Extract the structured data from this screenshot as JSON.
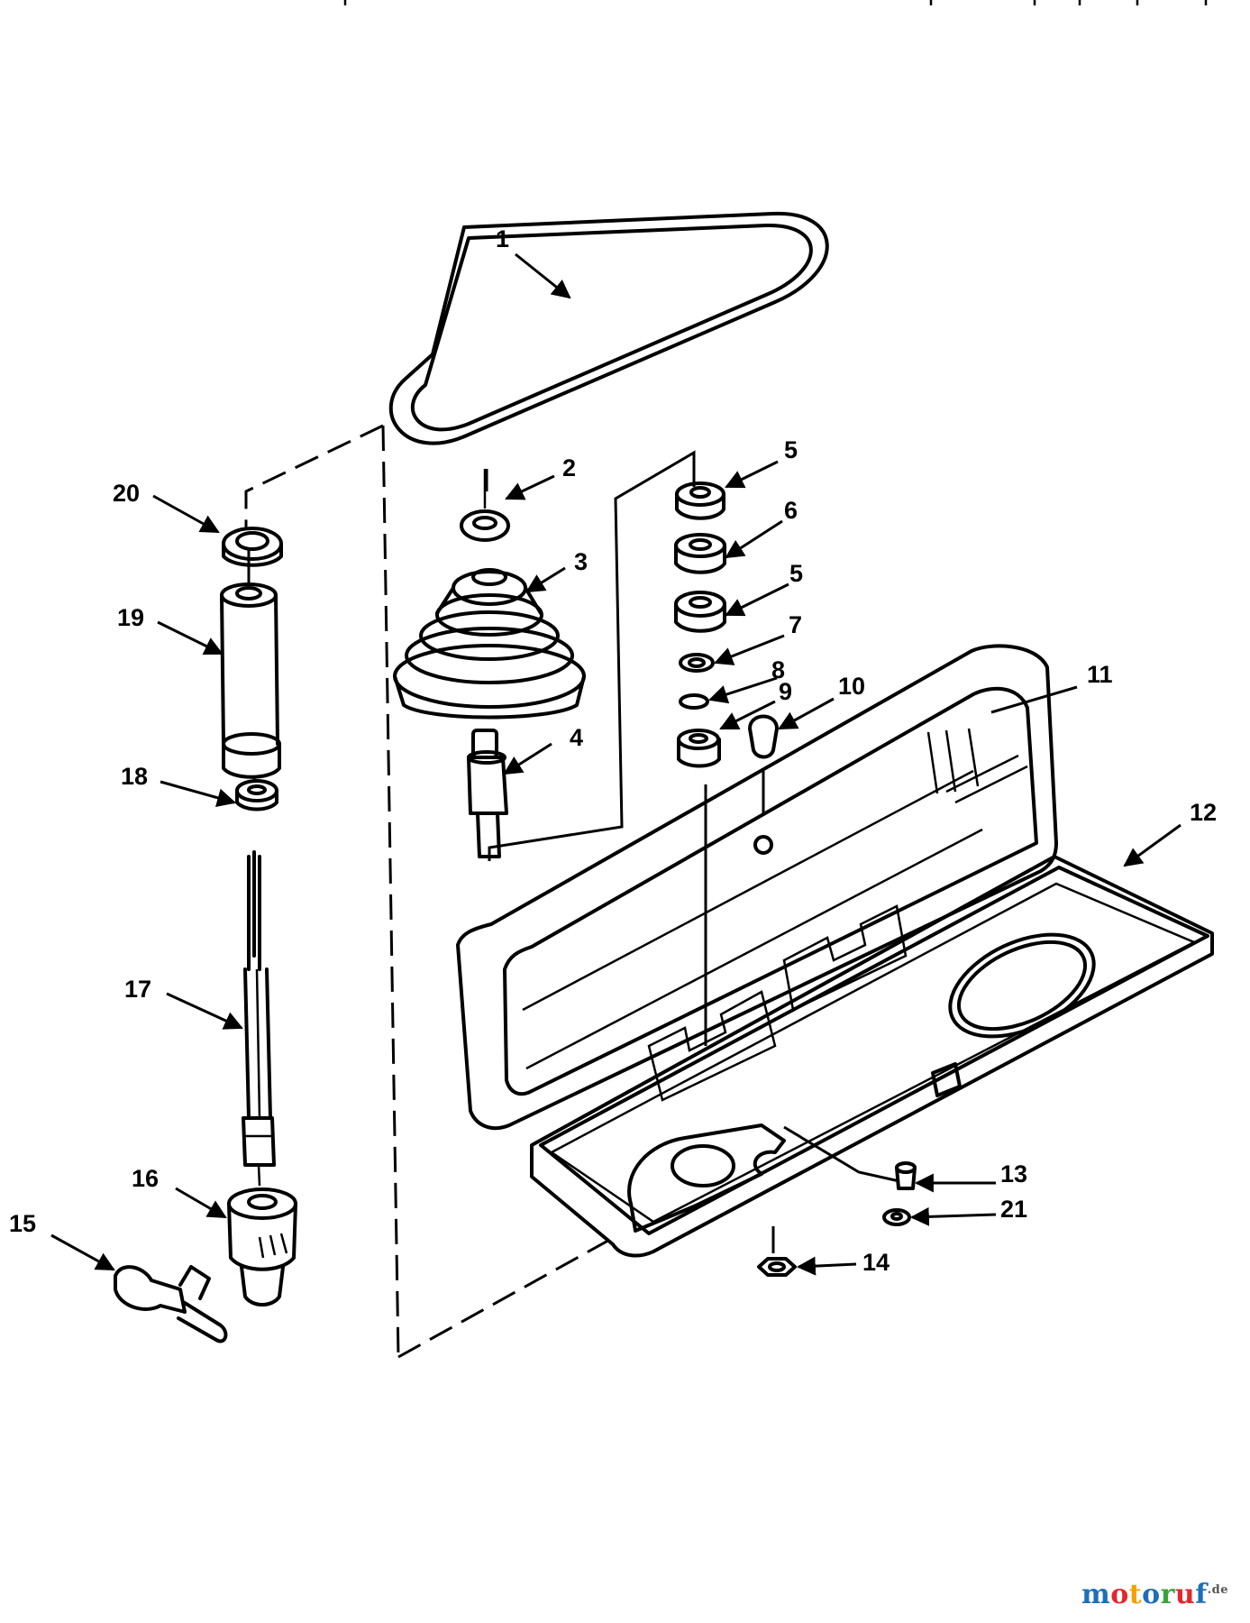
{
  "callouts": [
    "1",
    "2",
    "3",
    "4",
    "5",
    "6",
    "5",
    "7",
    "8",
    "9",
    "10",
    "11",
    "12",
    "13",
    "21",
    "14",
    "15",
    "16",
    "17",
    "18",
    "19",
    "20"
  ],
  "watermark": {
    "text": "motoruf",
    "tld": ".de",
    "letter_colors": [
      "#1d6fb8",
      "#e3262d",
      "#f2a200",
      "#1d6fb8",
      "#3aa23a",
      "#e3262d",
      "#1d6fb8"
    ]
  },
  "icons": [
    "arrow-icon"
  ]
}
